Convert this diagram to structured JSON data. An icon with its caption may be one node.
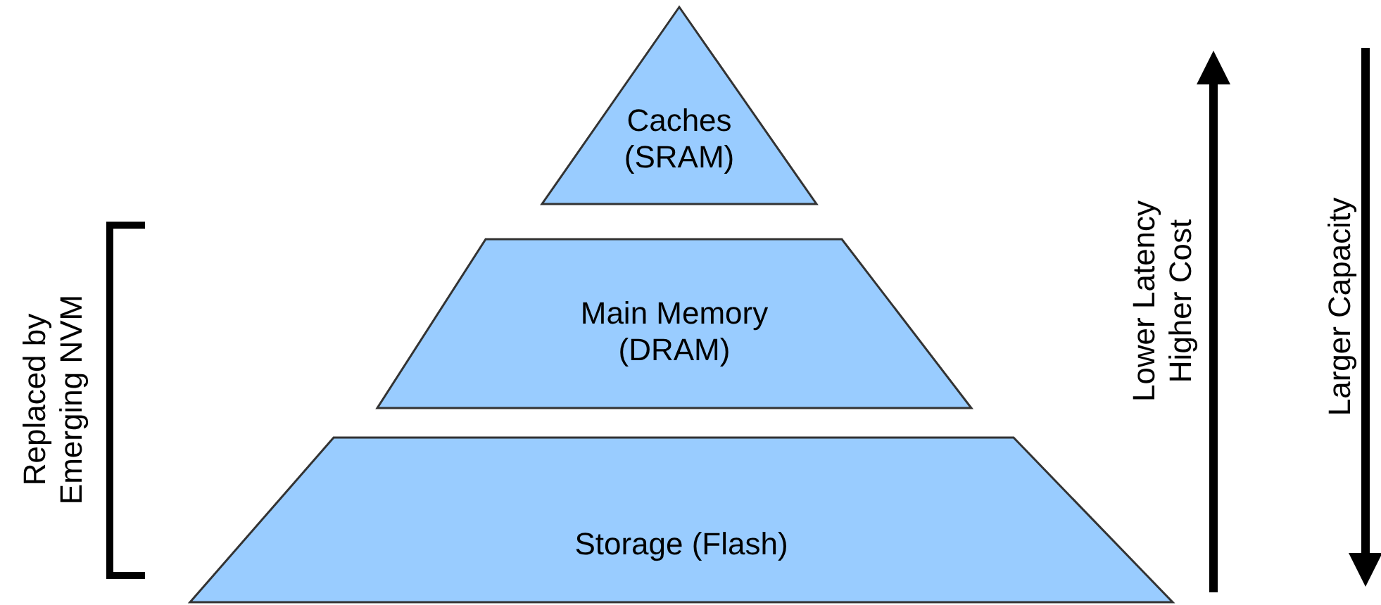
{
  "diagram": {
    "nodes": [
      {
        "text": [
          "Caches (SRAM)"
        ]
      },
      {
        "text": [
          "Main Memory (DRAM)"
        ]
      },
      {
        "text": [
          "Storage (Flash)"
        ]
      }
    ],
    "edges": [],
    "labels": [
      "Replaced by Emerging NVM",
      "Lower Latency Higher Cost",
      "Larger Capacity"
    ]
  }
}
